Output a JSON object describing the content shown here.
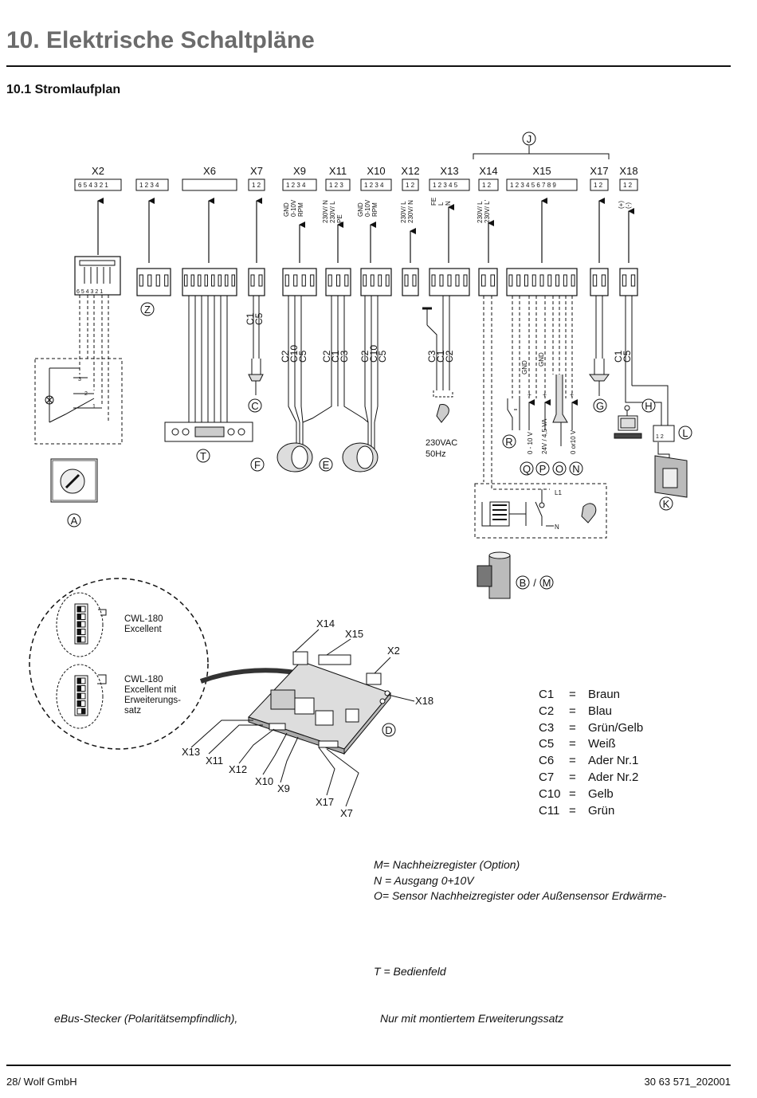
{
  "header": {
    "title": "10. Elektrische Schaltpläne",
    "subtitle": "10.1 Stromlaufplan"
  },
  "connectors": [
    {
      "id": "X2",
      "pins": "6 5 4 3 2 1"
    },
    {
      "id": "X6",
      "pins": ""
    },
    {
      "id": "X7",
      "pins": "1 2"
    },
    {
      "id": "X9",
      "pins": "1 2 3 4"
    },
    {
      "id": "X11",
      "pins": "1 2 3"
    },
    {
      "id": "X10",
      "pins": "1 2 3 4"
    },
    {
      "id": "X12",
      "pins": "1 2"
    },
    {
      "id": "X13",
      "pins": "1 2 3 4 5"
    },
    {
      "id": "X14",
      "pins": "1 2"
    },
    {
      "id": "X15",
      "pins": "1 2 3 4 5 6 7 8 9"
    },
    {
      "id": "X17",
      "pins": "1 2"
    },
    {
      "id": "X18",
      "pins": "1 2"
    }
  ],
  "connector_z_pins": "1 2 3 4",
  "signal_labels": {
    "x9": [
      "GND",
      "0-10V",
      "RPM"
    ],
    "x11": [
      "230V/ N",
      "230V/ L",
      "PE"
    ],
    "x10": [
      "GND",
      "0-10V",
      "RPM"
    ],
    "x12": [
      "230V/ L",
      "230V/ N"
    ],
    "x13": [
      "FE",
      "L",
      "N"
    ],
    "x14": [
      "230V/ L",
      "230V/ L'"
    ],
    "x18": [
      "(+)",
      "(-)"
    ]
  },
  "wire_labels": {
    "x7": [
      "C1",
      "C5"
    ],
    "x9": [
      "C2",
      "C10",
      "C5"
    ],
    "x11": [
      "C2",
      "C1",
      "C3"
    ],
    "x10": [
      "C2",
      "C10",
      "C5"
    ],
    "x13": [
      "C3",
      "C1",
      "C2"
    ],
    "x17": [
      "C1",
      "C5"
    ]
  },
  "x15_terminal_signals": [
    "GND",
    "+",
    "GND",
    "+",
    "+"
  ],
  "x15_outputs": [
    "0 - 10 V",
    "24V / 4,5 VA",
    "0 or10 V"
  ],
  "power_label": [
    "230VAC",
    "50Hz"
  ],
  "heater_labels": [
    "L1",
    "N"
  ],
  "component_markers": [
    "A",
    "B",
    "C",
    "D",
    "E",
    "F",
    "G",
    "H",
    "J",
    "K",
    "L",
    "M",
    "N",
    "O",
    "P",
    "Q",
    "R",
    "T",
    "Z"
  ],
  "marker_sep": "/",
  "switch_numbers": [
    "3",
    "2",
    "1"
  ],
  "cwl_variants": [
    {
      "lines": [
        "CWL-180",
        "Excellent"
      ]
    },
    {
      "lines": [
        "CWL-180",
        "Excellent mit",
        "Erweiterungs-",
        "satz"
      ]
    }
  ],
  "board_labels": [
    "X14",
    "X15",
    "X2",
    "X18",
    "X13",
    "X11",
    "X12",
    "X10",
    "X9",
    "X17",
    "X7"
  ],
  "legend": [
    {
      "code": "C1",
      "eq": "=",
      "color": "Braun"
    },
    {
      "code": "C2",
      "eq": "=",
      "color": "Blau"
    },
    {
      "code": "C3",
      "eq": "=",
      "color": "Grün/Gelb"
    },
    {
      "code": "C5",
      "eq": "=",
      "color": "Weiß"
    },
    {
      "code": "C6",
      "eq": "=",
      "color": "Ader Nr.1"
    },
    {
      "code": "C7",
      "eq": "=",
      "color": "Ader Nr.2"
    },
    {
      "code": "C10",
      "eq": "=",
      "color": "Gelb"
    },
    {
      "code": "C11",
      "eq": "=",
      "color": "Grün"
    }
  ],
  "notes": [
    "M= Nachheizregister (Option)",
    "N = Ausgang 0+10V",
    "O= Sensor Nachheizregister oder Außensensor Erdwärme-"
  ],
  "note_t": "T = Bedienfeld",
  "note_ebus": "eBus-Stecker (Polaritätsempfindlich),",
  "note_only": "Nur mit montiertem Erweiterungssatz",
  "footer": {
    "left": "28/ Wolf GmbH",
    "right": "30 63 571_202001"
  }
}
